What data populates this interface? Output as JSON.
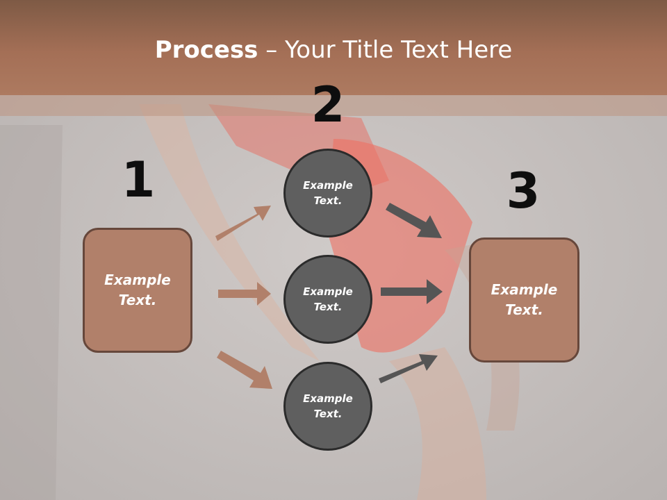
{
  "title": {
    "bold": "Process",
    "rest": " – Your Title Text Here"
  },
  "steps": {
    "n1": "1",
    "n2": "2",
    "n3": "3"
  },
  "nodes": {
    "left_box": "Example\nText.",
    "circle_top": "Example\nText.",
    "circle_mid": "Example\nText.",
    "circle_bot": "Example\nText.",
    "right_box": "Example\nText."
  },
  "colors": {
    "title_bar": "#a46f56",
    "box_fill": "#b1806a",
    "box_border": "#66473b",
    "circle_fill": "#5f5f5f",
    "arrow_left": "#b1806a",
    "arrow_right": "#555555"
  }
}
